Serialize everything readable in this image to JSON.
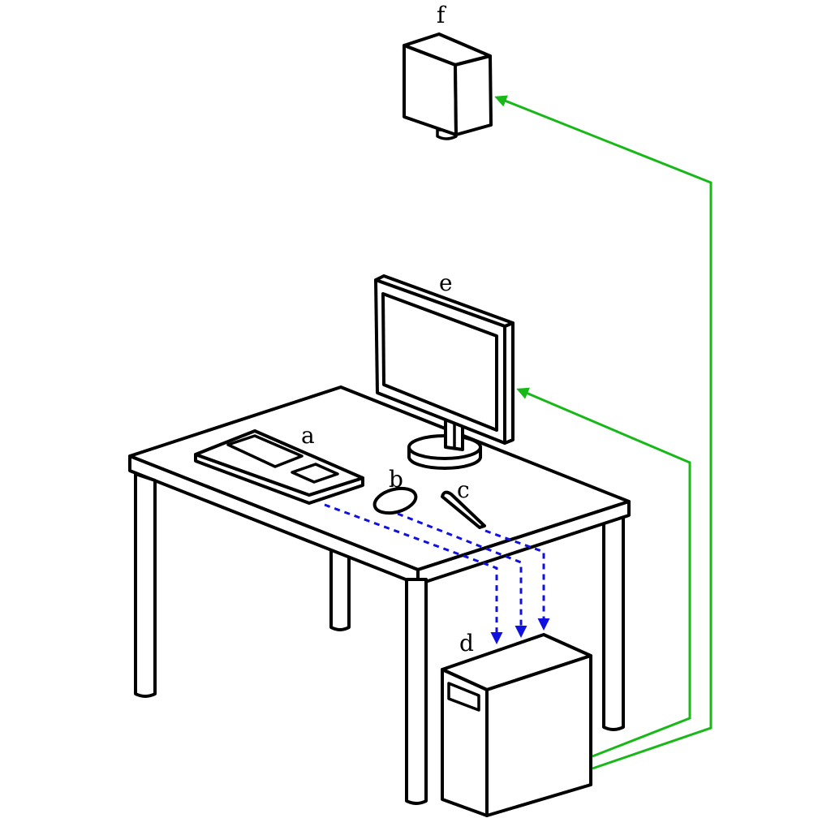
{
  "labels": {
    "keyboard": "a",
    "mouse": "b",
    "pen": "c",
    "computer": "d",
    "monitor": "e",
    "projector": "f"
  },
  "colors": {
    "input_connection": "#1010e0",
    "output_connection": "#18b818",
    "outline": "#000000",
    "background": "#ffffff"
  },
  "connections": {
    "inputs": [
      "a",
      "b",
      "c"
    ],
    "target": "d",
    "outputs": [
      "e",
      "f"
    ]
  }
}
